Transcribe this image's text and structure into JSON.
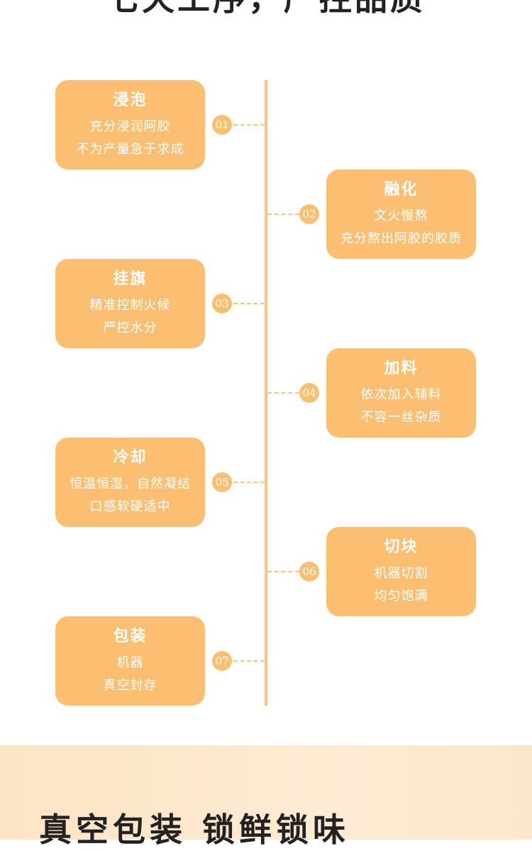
{
  "top_heading": "七天工序，严控品质",
  "steps": [
    {
      "num": "01",
      "title": "浸泡",
      "line1": "充分浸润阿胶",
      "line2": "不为产量急于求成"
    },
    {
      "num": "02",
      "title": "融化",
      "line1": "文火慢熬",
      "line2": "充分熬出阿胶的胶质"
    },
    {
      "num": "03",
      "title": "挂旗",
      "line1": "精准控制火候",
      "line2": "严控水分"
    },
    {
      "num": "04",
      "title": "加料",
      "line1": "依次加入辅料",
      "line2": "不容一丝杂质"
    },
    {
      "num": "05",
      "title": "冷却",
      "line1": "恒温恒湿，自然凝结",
      "line2": "口感软硬适中"
    },
    {
      "num": "06",
      "title": "切块",
      "line1": "机器切割",
      "line2": "均匀饱满"
    },
    {
      "num": "07",
      "title": "包装",
      "line1": "机器",
      "line2": "真空封存"
    }
  ],
  "bottom_heading": "真空包装  锁鲜锁味",
  "colors": {
    "accent": "#fcbf72",
    "line": "#f9c67c",
    "banner": "#fde4c4"
  }
}
